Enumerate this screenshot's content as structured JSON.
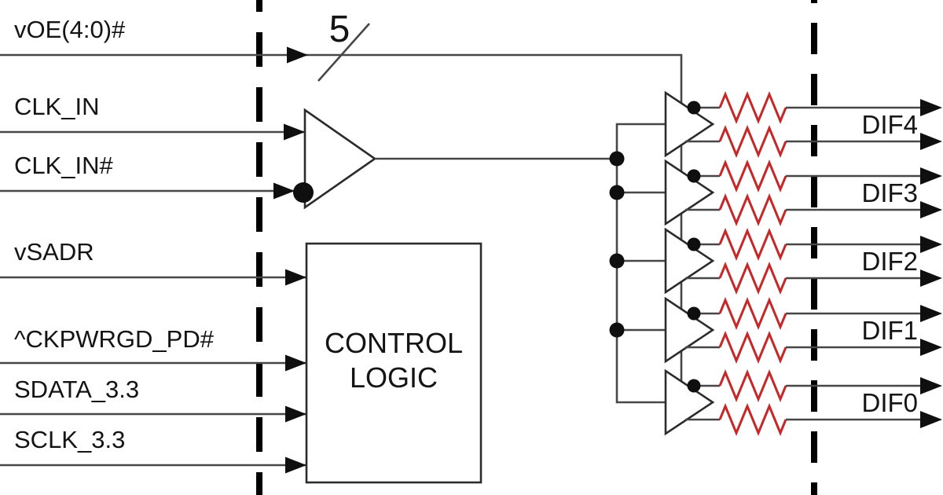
{
  "inputs": [
    {
      "label": "vOE(4:0)#"
    },
    {
      "label": "CLK_IN"
    },
    {
      "label": "CLK_IN#"
    },
    {
      "label": "vSADR"
    },
    {
      "label": "^CKPWRGD_PD#"
    },
    {
      "label": "SDATA_3.3"
    },
    {
      "label": "SCLK_3.3"
    }
  ],
  "bus": {
    "width_label": "5"
  },
  "control_logic": {
    "line1": "CONTROL",
    "line2": "LOGIC"
  },
  "outputs": [
    {
      "label": "DIF4"
    },
    {
      "label": "DIF3"
    },
    {
      "label": "DIF2"
    },
    {
      "label": "DIF1"
    },
    {
      "label": "DIF0"
    }
  ],
  "colors": {
    "resistor_red": "#c42828",
    "wire_gray": "#474747",
    "ink_black": "#0f0f0f"
  }
}
